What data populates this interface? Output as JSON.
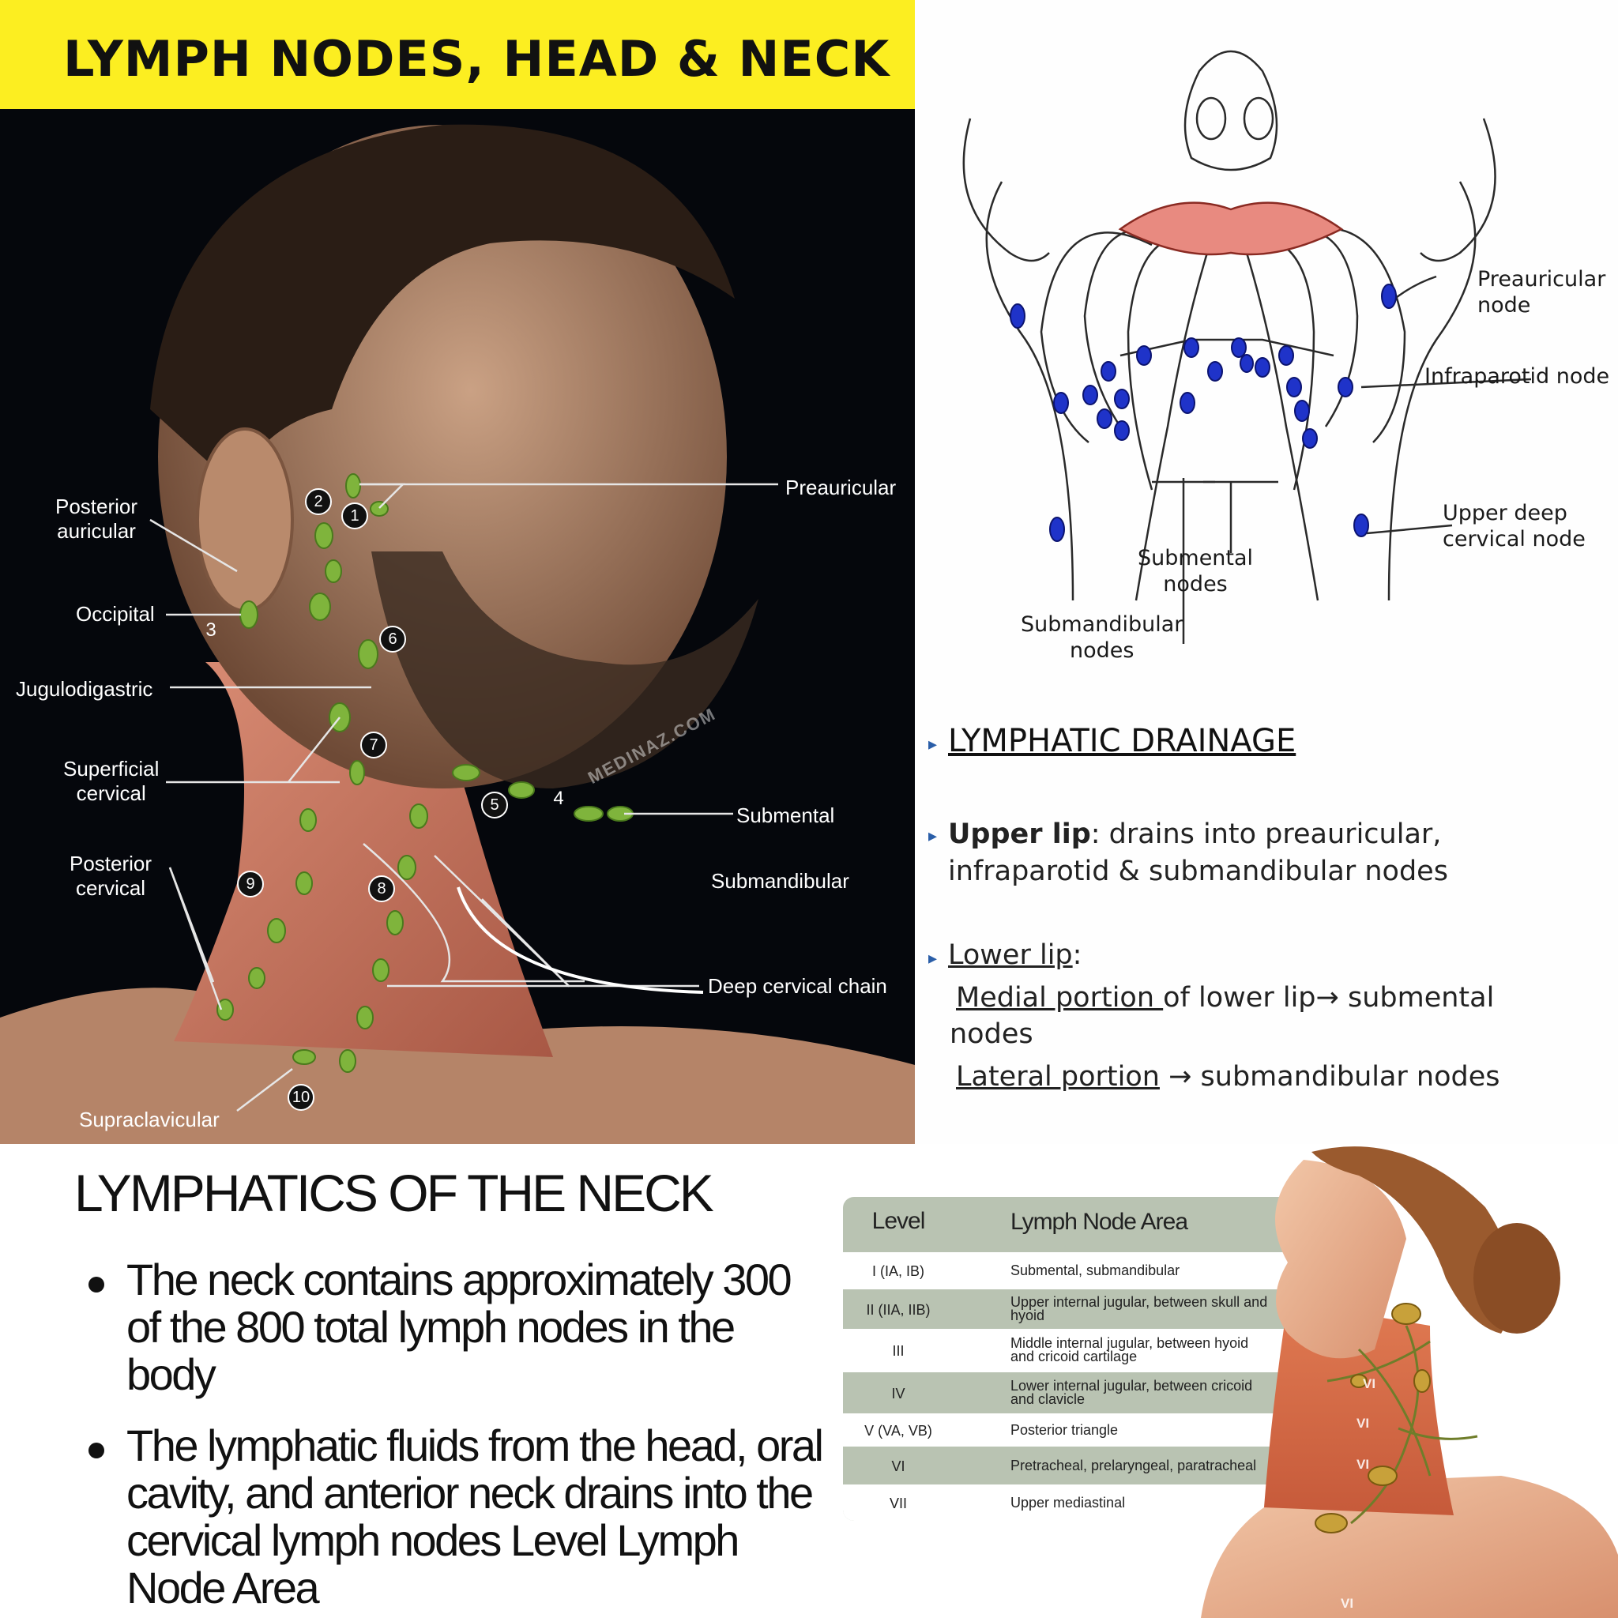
{
  "banner": {
    "title": "LYMPH NODES, HEAD & NECK"
  },
  "head_panel": {
    "labels": {
      "preauricular": "Preauricular",
      "posterior_auricular": "Posterior\nauricular",
      "occipital": "Occipital",
      "jugulodigastric": "Jugulodigastric",
      "superficial_cervical": "Superficial\ncervical",
      "posterior_cervical": "Posterior\ncervical",
      "submental": "Submental",
      "submandibular": "Submandibular",
      "deep_cervical_chain": "Deep cervical chain",
      "supraclavicular": "Supraclavicular"
    },
    "numbers": [
      "1",
      "2",
      "3",
      "4",
      "5",
      "6",
      "7",
      "8",
      "9",
      "10"
    ],
    "watermark": "MEDINAZ.COM",
    "colors": {
      "node": "#7fb43c",
      "banner": "#fcee21",
      "muscle": "#c9735f"
    }
  },
  "drainage_panel": {
    "labels": {
      "preauricular_node": "Preauricular\nnode",
      "infraparotid_node": "Infraparotid node",
      "upper_deep_cervical_node": "Upper deep\ncervical node",
      "submental_nodes": "Submental\nnodes",
      "submandibular_nodes": "Submandibular\nnodes"
    },
    "heading": "LYMPHATIC DRAINAGE",
    "upper_lip_term": "Upper lip",
    "upper_lip_text_1": ": drains into preauricular,",
    "upper_lip_text_2": "infraparotid & submandibular nodes",
    "lower_lip_term": "Lower lip",
    "lower_lip_colon": ":",
    "medial_term": "Medial portion ",
    "medial_text": "of lower lip→ submental",
    "medial_text_2": "nodes",
    "lateral_term": "Lateral portion",
    "lateral_text": " → submandibular nodes",
    "colors": {
      "node": "#1f33c9",
      "lip": "#e88a80"
    }
  },
  "neck_text": {
    "title": "LYMPHATICS OF THE NECK",
    "bullets": [
      "The neck contains approximately 300 of the 800 total lymph nodes in the body",
      "The lymphatic fluids from the head, oral cavity, and anterior neck drains into the cervical lymph nodes Level Lymph Node Area"
    ]
  },
  "level_table": {
    "headers": {
      "level": "Level",
      "area": "Lymph Node Area"
    },
    "rows": [
      {
        "level": "I (IA, IB)",
        "area": "Submental, submandibular"
      },
      {
        "level": "II (IIA, IIB)",
        "area": "Upper internal jugular, between skull and hyoid"
      },
      {
        "level": "III",
        "area": "Middle internal jugular, between hyoid and cricoid cartilage"
      },
      {
        "level": "IV",
        "area": "Lower internal jugular, between cricoid and clavicle"
      },
      {
        "level": "V (VA, VB)",
        "area": "Posterior triangle"
      },
      {
        "level": "VI",
        "area": "Pretracheal, prelaryngeal, paratracheal"
      },
      {
        "level": "VII",
        "area": "Upper mediastinal"
      }
    ],
    "figure_labels": [
      "VI",
      "VI",
      "VI",
      "VI"
    ],
    "colors": {
      "shaded_row": "#b9c3b2",
      "plain_row": "#ffffff"
    }
  }
}
